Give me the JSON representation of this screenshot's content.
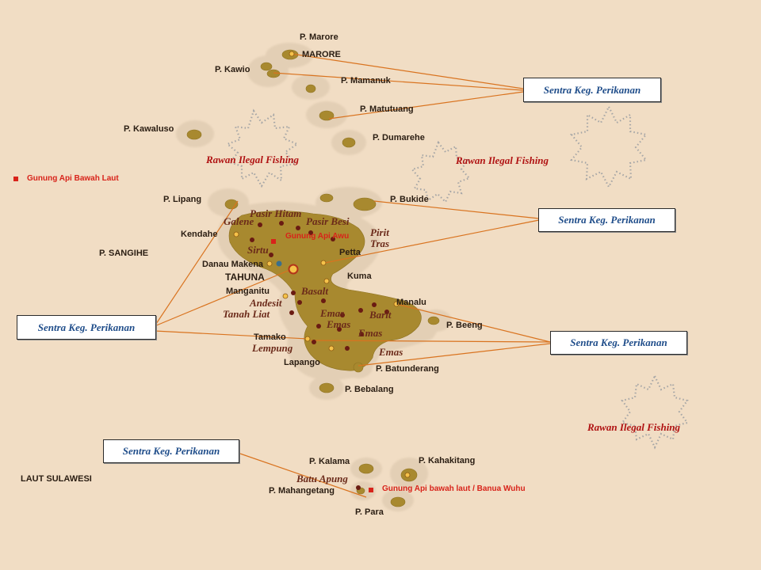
{
  "colors": {
    "sea": "#f1ddc4",
    "land": "#a8892f",
    "reef": "#e2cdb2",
    "leader": "#d9731f",
    "center_box_text": "#1f4d8a",
    "danger_text": "#b01212",
    "volcano": "#d8231a"
  },
  "islands": {
    "marore_p": "P. Marore",
    "marore": "MARORE",
    "kawio": "P. Kawio",
    "mamanuk": "P. Mamanuk",
    "matutuang": "P. Matutuang",
    "kawaluso": "P. Kawaluso",
    "dumarehe": "P. Dumarehe",
    "lipang": "P. Lipang",
    "bukide": "P. Bukide",
    "sangihe": "P. SANGIHE",
    "beeng": "P. Beeng",
    "batunderang": "P. Batunderang",
    "bebalang": "P. Bebalang",
    "kalama": "P. Kalama",
    "kahakitang": "P. Kahakitang",
    "mahangetang": "P. Mahangetang",
    "para": "P. Para"
  },
  "places": {
    "kendahe": "Kendahe",
    "danau_makena": "Danau Makena",
    "tahuna": "TAHUNA",
    "petta": "Petta",
    "kuma": "Kuma",
    "manganitu": "Manganitu",
    "manalu": "Manalu",
    "tamako": "Tamako",
    "lapango": "Lapango",
    "laut_sulawesi": "LAUT SULAWESI"
  },
  "resources": {
    "galene": "Galene",
    "pasir_hitam": "Pasir Hitam",
    "pasir_besi": "Pasir Besi",
    "sirtu": "Sirtu",
    "pirit": "Pirit",
    "tras": "Tras",
    "basalt": "Basalt",
    "andesit": "Andesit",
    "tanah_liat": "Tanah Liat",
    "emas1": "Emas",
    "emas2": "Emas",
    "barit": "Barit",
    "emas3": "Emas",
    "emas4": "Emas",
    "lempung": "Lempung",
    "batu_apung": "Batu Apung"
  },
  "volcanoes": {
    "gunung_api_awu": "Gunung Api Awu",
    "legend": "Gunung Api Bawah Laut",
    "banua_wuhu": "Gunung Api bawah laut / Banua Wuhu"
  },
  "danger_zones": {
    "zone1": "Rawan Ilegal Fishing",
    "zone2": "Rawan Ilegal Fishing",
    "zone3": "Rawan Ilegal Fishing"
  },
  "fishing_centers": {
    "box1": "Sentra Keg. Perikanan",
    "box2": "Sentra Keg. Perikanan",
    "box3": "Sentra Keg. Perikanan",
    "box4": "Sentra Keg. Perikanan",
    "box5": "Sentra Keg. Perikanan"
  }
}
